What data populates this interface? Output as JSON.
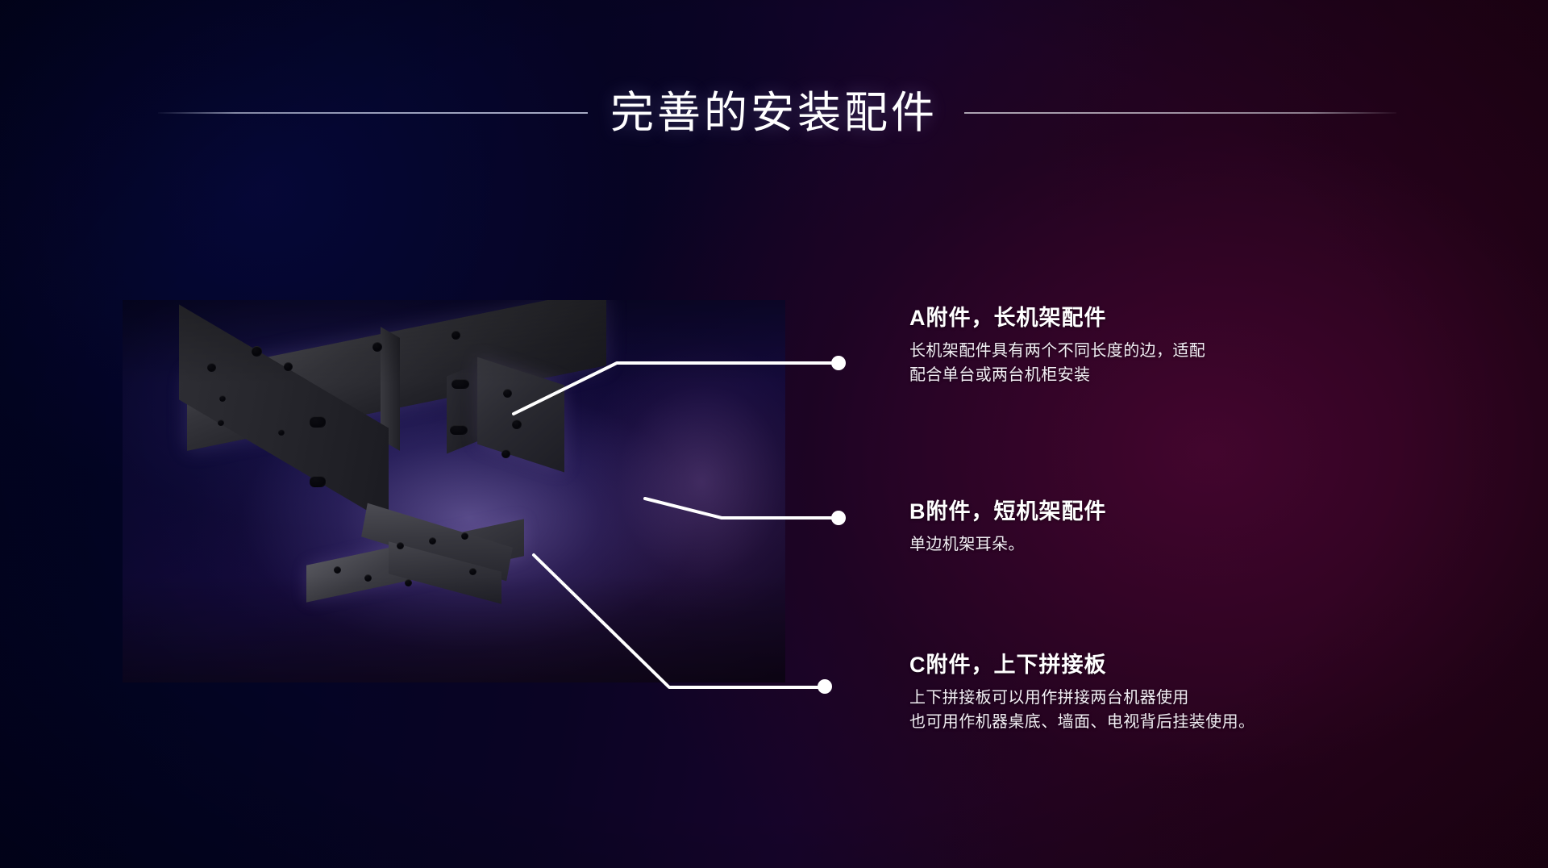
{
  "slide": {
    "title": "完善的安装配件",
    "background_left_color": "#020427",
    "background_right_color": "#26021a",
    "accent_line_color": "#d6d2e0"
  },
  "product_image": {
    "alt": "机架安装配件组件图",
    "parts": [
      {
        "id": "A",
        "name": "长机架配件"
      },
      {
        "id": "B",
        "name": "短机架配件"
      },
      {
        "id": "C",
        "name": "上下拼接板"
      }
    ]
  },
  "features": [
    {
      "heading": "A附件，长机架配件",
      "line1": "长机架配件具有两个不同长度的边，适配",
      "line2": "配合单台或两台机柜安装"
    },
    {
      "heading": "B附件，短机架配件",
      "line1": "单边机架耳朵。",
      "line2": ""
    },
    {
      "heading": "C附件，上下拼接板",
      "line1": "上下拼接板可以用作拼接两台机器使用",
      "line2": "也可用作机器桌底、墙面、电视背后挂装使用。"
    }
  ]
}
